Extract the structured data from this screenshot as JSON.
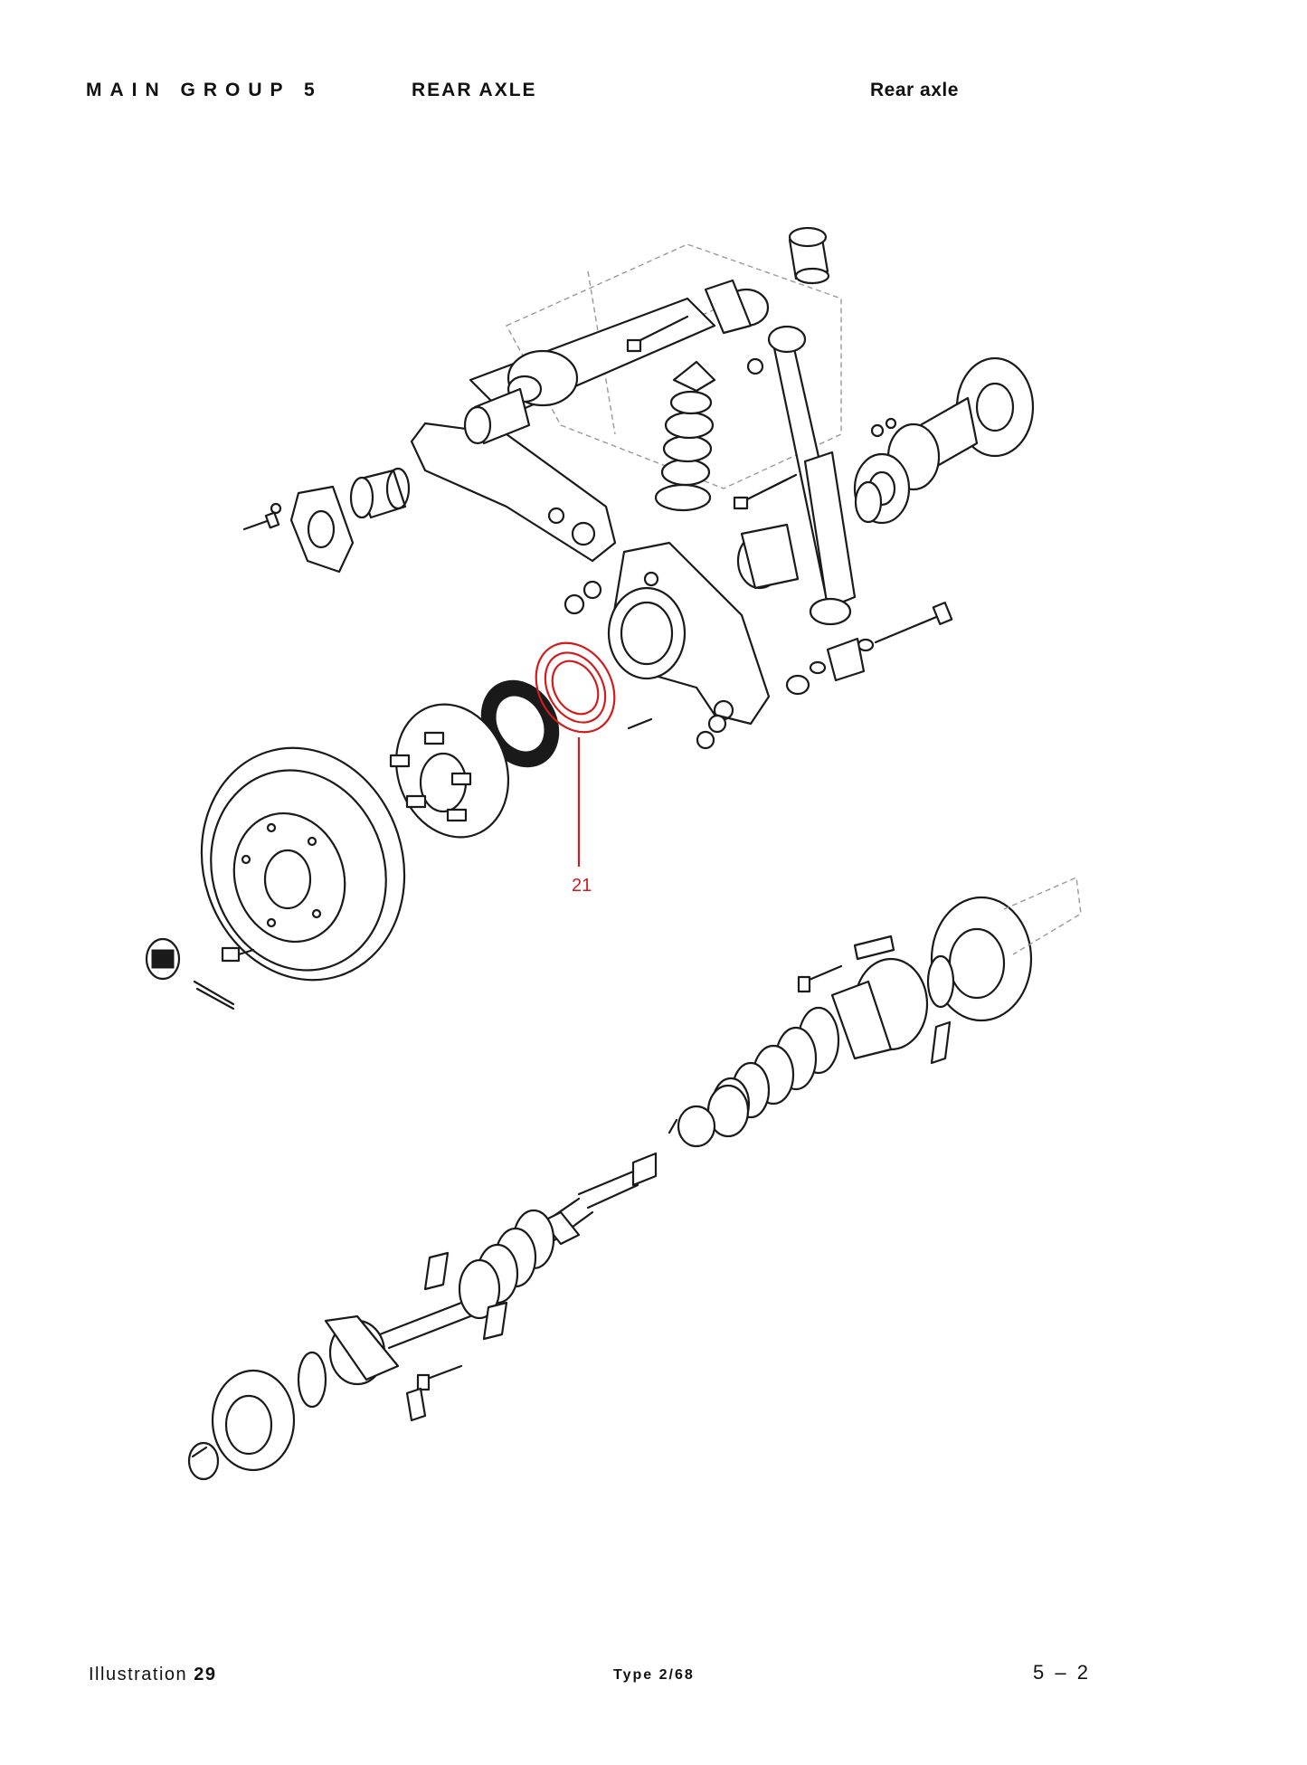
{
  "header": {
    "group": "MAIN GROUP 5",
    "section": "REAR AXLE",
    "subtitle": "Rear axle"
  },
  "callouts": [
    {
      "number": "21",
      "color": "#d01c1c"
    }
  ],
  "footer": {
    "illustration_label": "Illustration",
    "illustration_number": "29",
    "type": "Type 2/68",
    "page": "5 – 2"
  }
}
